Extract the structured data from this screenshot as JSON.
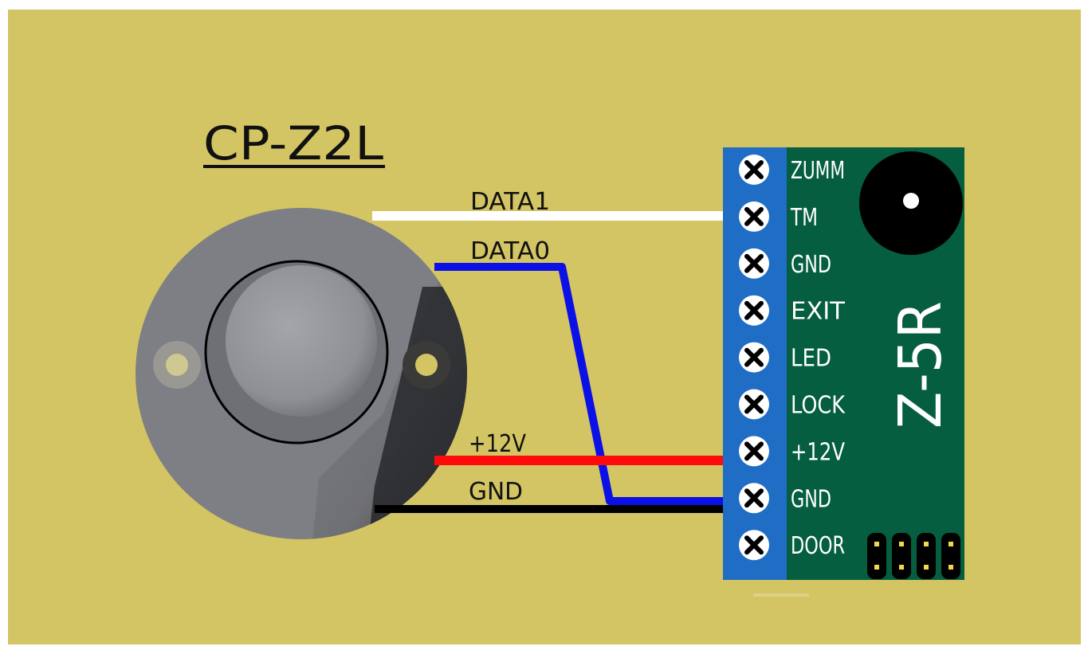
{
  "colors": {
    "background": "#d3c464",
    "board": "#055e3f",
    "terminal_block": "#1f6dc5",
    "wire_data1": "#ffffff",
    "wire_data0": "#0a10e6",
    "wire_12v": "#ff0b0b",
    "wire_gnd": "#000000"
  },
  "reader": {
    "title": "CP-Z2L"
  },
  "controller": {
    "model": "Z-5R",
    "terminals": [
      "ZUMM",
      "TM",
      "GND",
      "EXIT",
      "LED",
      "LOCK",
      "+12V",
      "GND",
      "DOOR"
    ]
  },
  "wires": {
    "data1": "DATA1",
    "data0": "DATA0",
    "plus12v": "+12V",
    "gnd": "GND"
  },
  "icons": {
    "terminal_screw": "screw-icon",
    "buzzer": "buzzer-icon",
    "jumper": "jumper-header-icon"
  }
}
